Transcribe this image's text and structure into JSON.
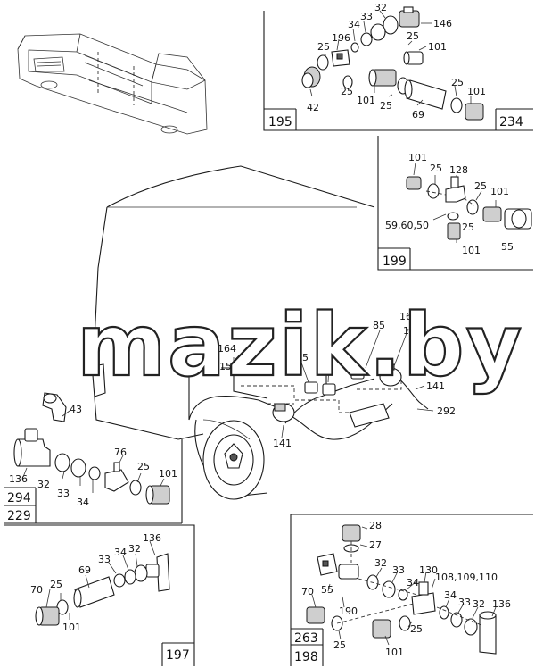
{
  "watermark": "mazik.by",
  "panels": {
    "top_right": {
      "ref_left": "195",
      "ref_right": "234",
      "labels": {
        "l146": "146",
        "l32": "32",
        "l33": "33",
        "l34": "34",
        "l196": "196",
        "l25a": "25",
        "l25b": "25",
        "l101a": "101",
        "l25c": "25",
        "l101b": "101",
        "l25d": "25",
        "l42": "42",
        "l69": "69",
        "l25e": "25",
        "l101c": "101"
      }
    },
    "mid_right": {
      "ref": "199",
      "labels": {
        "l101a": "101",
        "l25a": "25",
        "l128": "128",
        "l25b": "25",
        "l101b": "101",
        "l5960": "59,60,50",
        "l25c": "25",
        "l101c": "101",
        "l55": "55"
      }
    },
    "left": {
      "ref_top": "294",
      "ref_bottom": "229",
      "labels": {
        "l43": "43",
        "l136": "136",
        "l32": "32",
        "l33": "33",
        "l34": "34",
        "l76": "76",
        "l25": "25",
        "l101": "101"
      }
    },
    "bottom_left": {
      "ref": "197",
      "labels": {
        "l136": "136",
        "l32": "32",
        "l34": "34",
        "l33": "33",
        "l69": "69",
        "l70": "70",
        "l25": "25",
        "l101": "101"
      }
    },
    "bottom_right": {
      "ref_top": "263",
      "ref_bottom": "198",
      "labels": {
        "l28": "28",
        "l27": "27",
        "l32": "32",
        "l33": "33",
        "l130": "130",
        "l108": "108,109,110",
        "l70": "70",
        "l55": "55",
        "l34a": "34",
        "l190": "190",
        "l34b": "34",
        "l33b": "33",
        "l32b": "32",
        "l136": "136",
        "l25a": "25",
        "l25b": "25",
        "l101": "101"
      }
    },
    "center": {
      "labels": {
        "l164a": "164",
        "l150a": "150",
        "l85a": "85",
        "l118": "118",
        "l85b": "85",
        "l164b": "164",
        "l150b": "150",
        "l141a": "141",
        "l292": "292",
        "l141b": "141"
      }
    }
  }
}
